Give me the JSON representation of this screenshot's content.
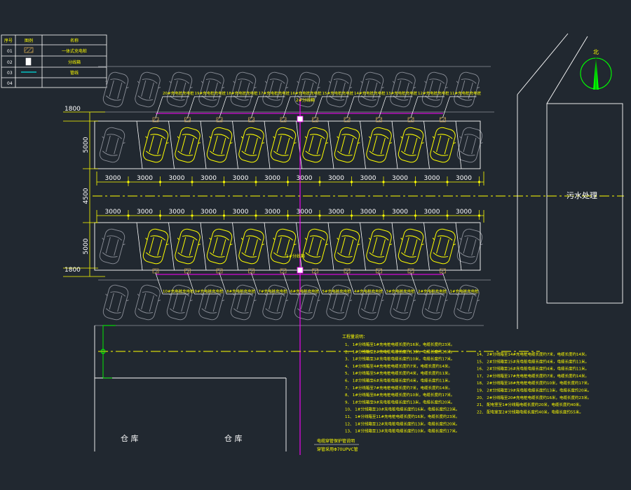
{
  "legend": {
    "headers": [
      "序号",
      "图例",
      "名称"
    ],
    "rows": [
      {
        "no": "01",
        "name": "一体式充电桩",
        "icon": "hatched-box-icon"
      },
      {
        "no": "02",
        "name": "分线箱",
        "icon": "junction-box-icon"
      },
      {
        "no": "03",
        "name": "管线",
        "icon": "cyan-line-icon"
      },
      {
        "no": "04",
        "name": "",
        "icon": ""
      }
    ]
  },
  "compass": {
    "label": "北"
  },
  "building": {
    "label": "污水处理"
  },
  "warehouses": [
    "仓 库",
    "仓 库"
  ],
  "dimensions": {
    "left": [
      "1800",
      "5000",
      "4500",
      "5000",
      "1800"
    ],
    "row_top": [
      "3000",
      "3000",
      "3000",
      "3000",
      "3000",
      "3000",
      "3000",
      "3000",
      "3000",
      "3000",
      "3000",
      "3000"
    ],
    "row_bottom": [
      "3000",
      "3000",
      "3000",
      "3000",
      "3000",
      "3000",
      "3000",
      "3000",
      "3000",
      "3000",
      "3000",
      "3000"
    ]
  },
  "top_labels": [
    "20#充电桩充电桩",
    "19#充电桩充电桩",
    "18#充电桩充电桩",
    "17#充电桩充电桩",
    "16#充电桩充电桩",
    "15#充电桩充电桩",
    "14#充电桩充电桩",
    "13#充电桩充电桩",
    "12#充电桩充电桩",
    "11#充电桩充电桩"
  ],
  "bottom_labels": [
    "10#充电桩充电桩",
    "9#充电桩充电桩",
    "8#充电桩充电桩",
    "7#充电桩充电桩",
    "6#充电桩充电桩",
    "5#充电桩充电桩",
    "4#充电桩充电桩",
    "3#充电桩充电桩",
    "2#充电桩充电桩",
    "1#充电桩充电桩"
  ],
  "junction_labels": {
    "top": "2#分线箱",
    "bottom": "1#分线箱"
  },
  "notes": {
    "title": "工程量说明：",
    "left": [
      "1、 1#分线箱至1#充电桩电缆长度约16米，电缆长度约23米。",
      "2、 1#分线箱至2#充电桩电缆长度约13米，电缆长度约20米。",
      "3、 1#分线箱至3#充电桩电缆长度约10米，电缆长度约17米。",
      "4、 1#分线箱至4#充电桩电缆长度约7米，电缆长度约14米。",
      "5、 1#分线箱至5#充电桩电缆长度约4米，电缆长度约11米。",
      "6、 1#分线箱至6#充电桩电缆长度约4米，电缆长度约11米。",
      "7、 1#分线箱至7#充电桩电缆长度约7米，电缆长度约14米。",
      "8、 1#分线箱至8#充电桩电缆长度约10米，电缆长度约17米。",
      "9、 1#分线箱至9#充电桩电缆长度约13米，电缆长度约20米。",
      "10、 1#分线箱至10#充电桩电缆长度约16米，电缆长度约23米。",
      "11、 1#分线箱至11#充电桩电缆长度约16米，电缆长度约23米。",
      "12、 1#分线箱至12#充电桩电缆长度约13米，电缆长度约20米。",
      "13、 1#分线箱至13#充电桩电缆长度约10米，电缆长度约17米。"
    ],
    "right": [
      "14、 2#分线箱至14#充电桩电缆长度约7米，电缆长度约14米。",
      "15、 2#分线箱至15#充电桩电缆长度约4米，电缆长度约11米。",
      "16、 2#分线箱至16#充电桩电缆长度约4米，电缆长度约11米。",
      "17、 2#分线箱至17#充电桩电缆长度约7米，电缆长度约14米。",
      "18、 2#分线箱至18#充电桩电缆长度约10米，电缆长度约17米。",
      "19、 2#分线箱至19#充电桩电缆长度约13米，电缆长度约20米。",
      "20、 2#分线箱至20#充电桩电缆长度约16米，电缆长度约23米。",
      "21、 配电室至1#分线箱电缆长度约20米，电缆长度约40米。",
      "22、 配电室至2#分线箱电缆长度约40米，电缆长度约55米。"
    ]
  },
  "cable_note": [
    "电缆穿管保护管说明",
    "穿管采用Φ70UPVC管"
  ]
}
